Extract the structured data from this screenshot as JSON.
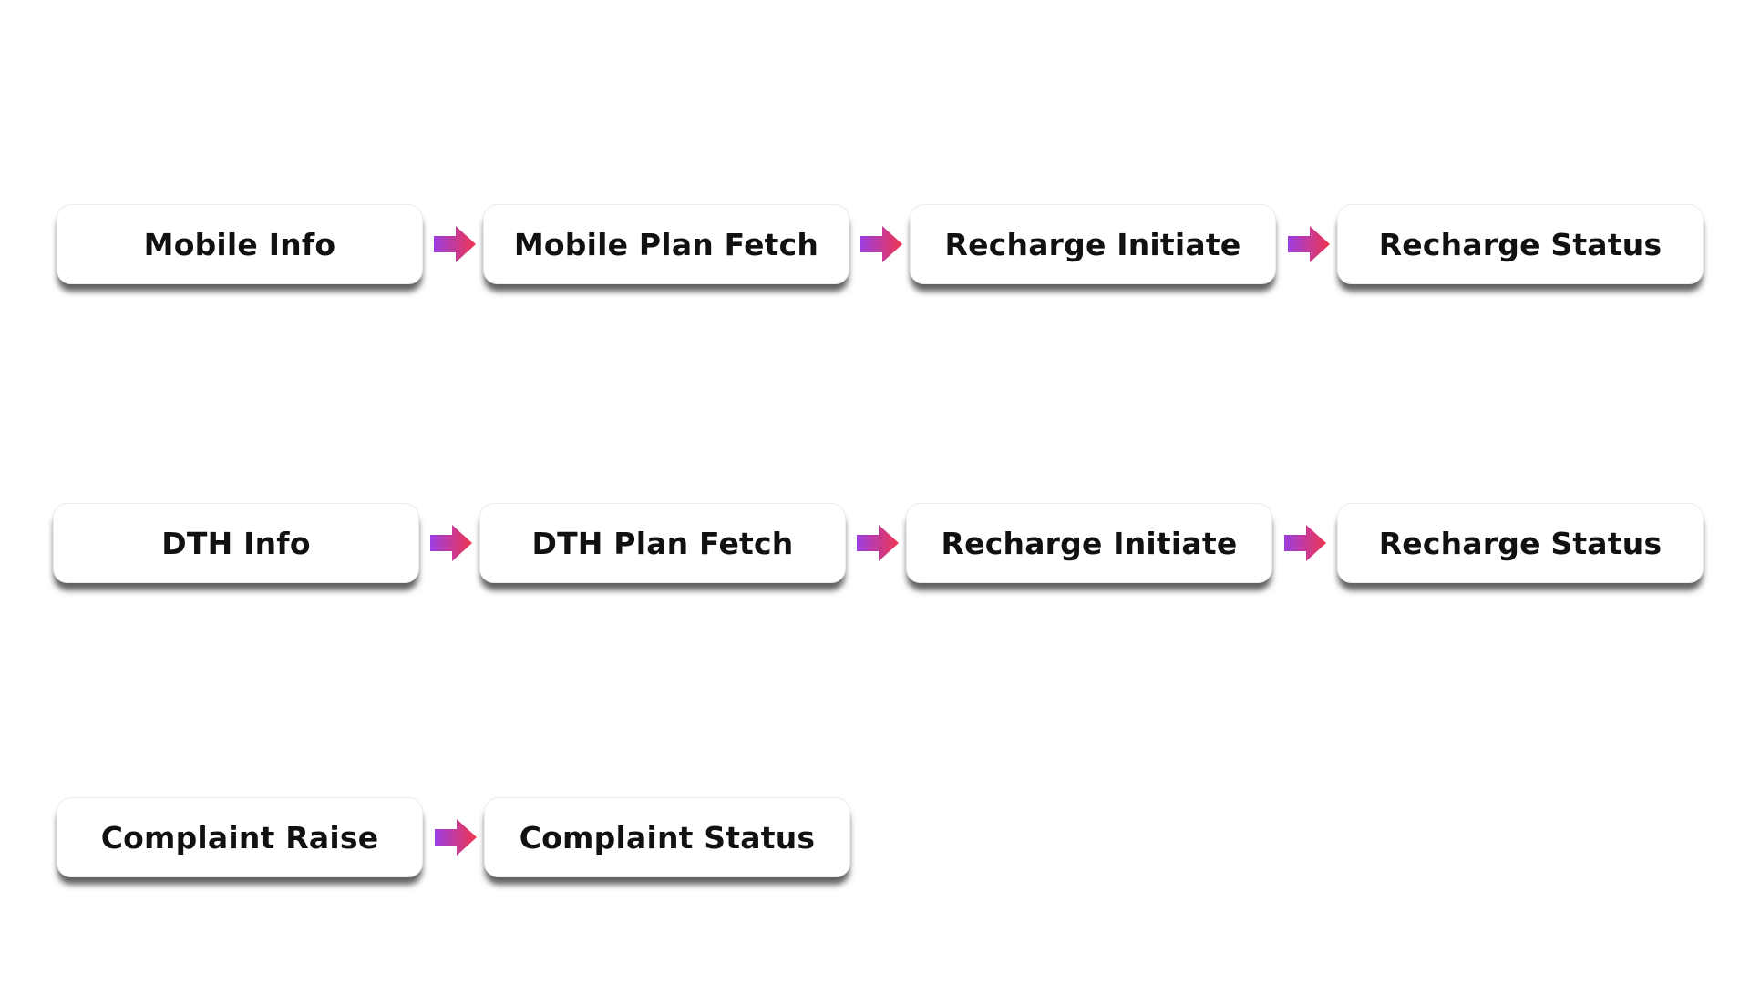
{
  "colors": {
    "arrow_gradient_start": "#9b3de0",
    "arrow_gradient_end": "#f0364f",
    "box_background": "#ffffff",
    "text": "#111111"
  },
  "flows": [
    {
      "steps": [
        "Mobile Info",
        "Mobile Plan Fetch",
        "Recharge Initiate",
        "Recharge Status"
      ]
    },
    {
      "steps": [
        "DTH Info",
        "DTH Plan Fetch",
        "Recharge Initiate",
        "Recharge Status"
      ]
    },
    {
      "steps": [
        "Complaint Raise",
        "Complaint Status"
      ]
    }
  ],
  "connector_icon": "right-arrow-icon"
}
